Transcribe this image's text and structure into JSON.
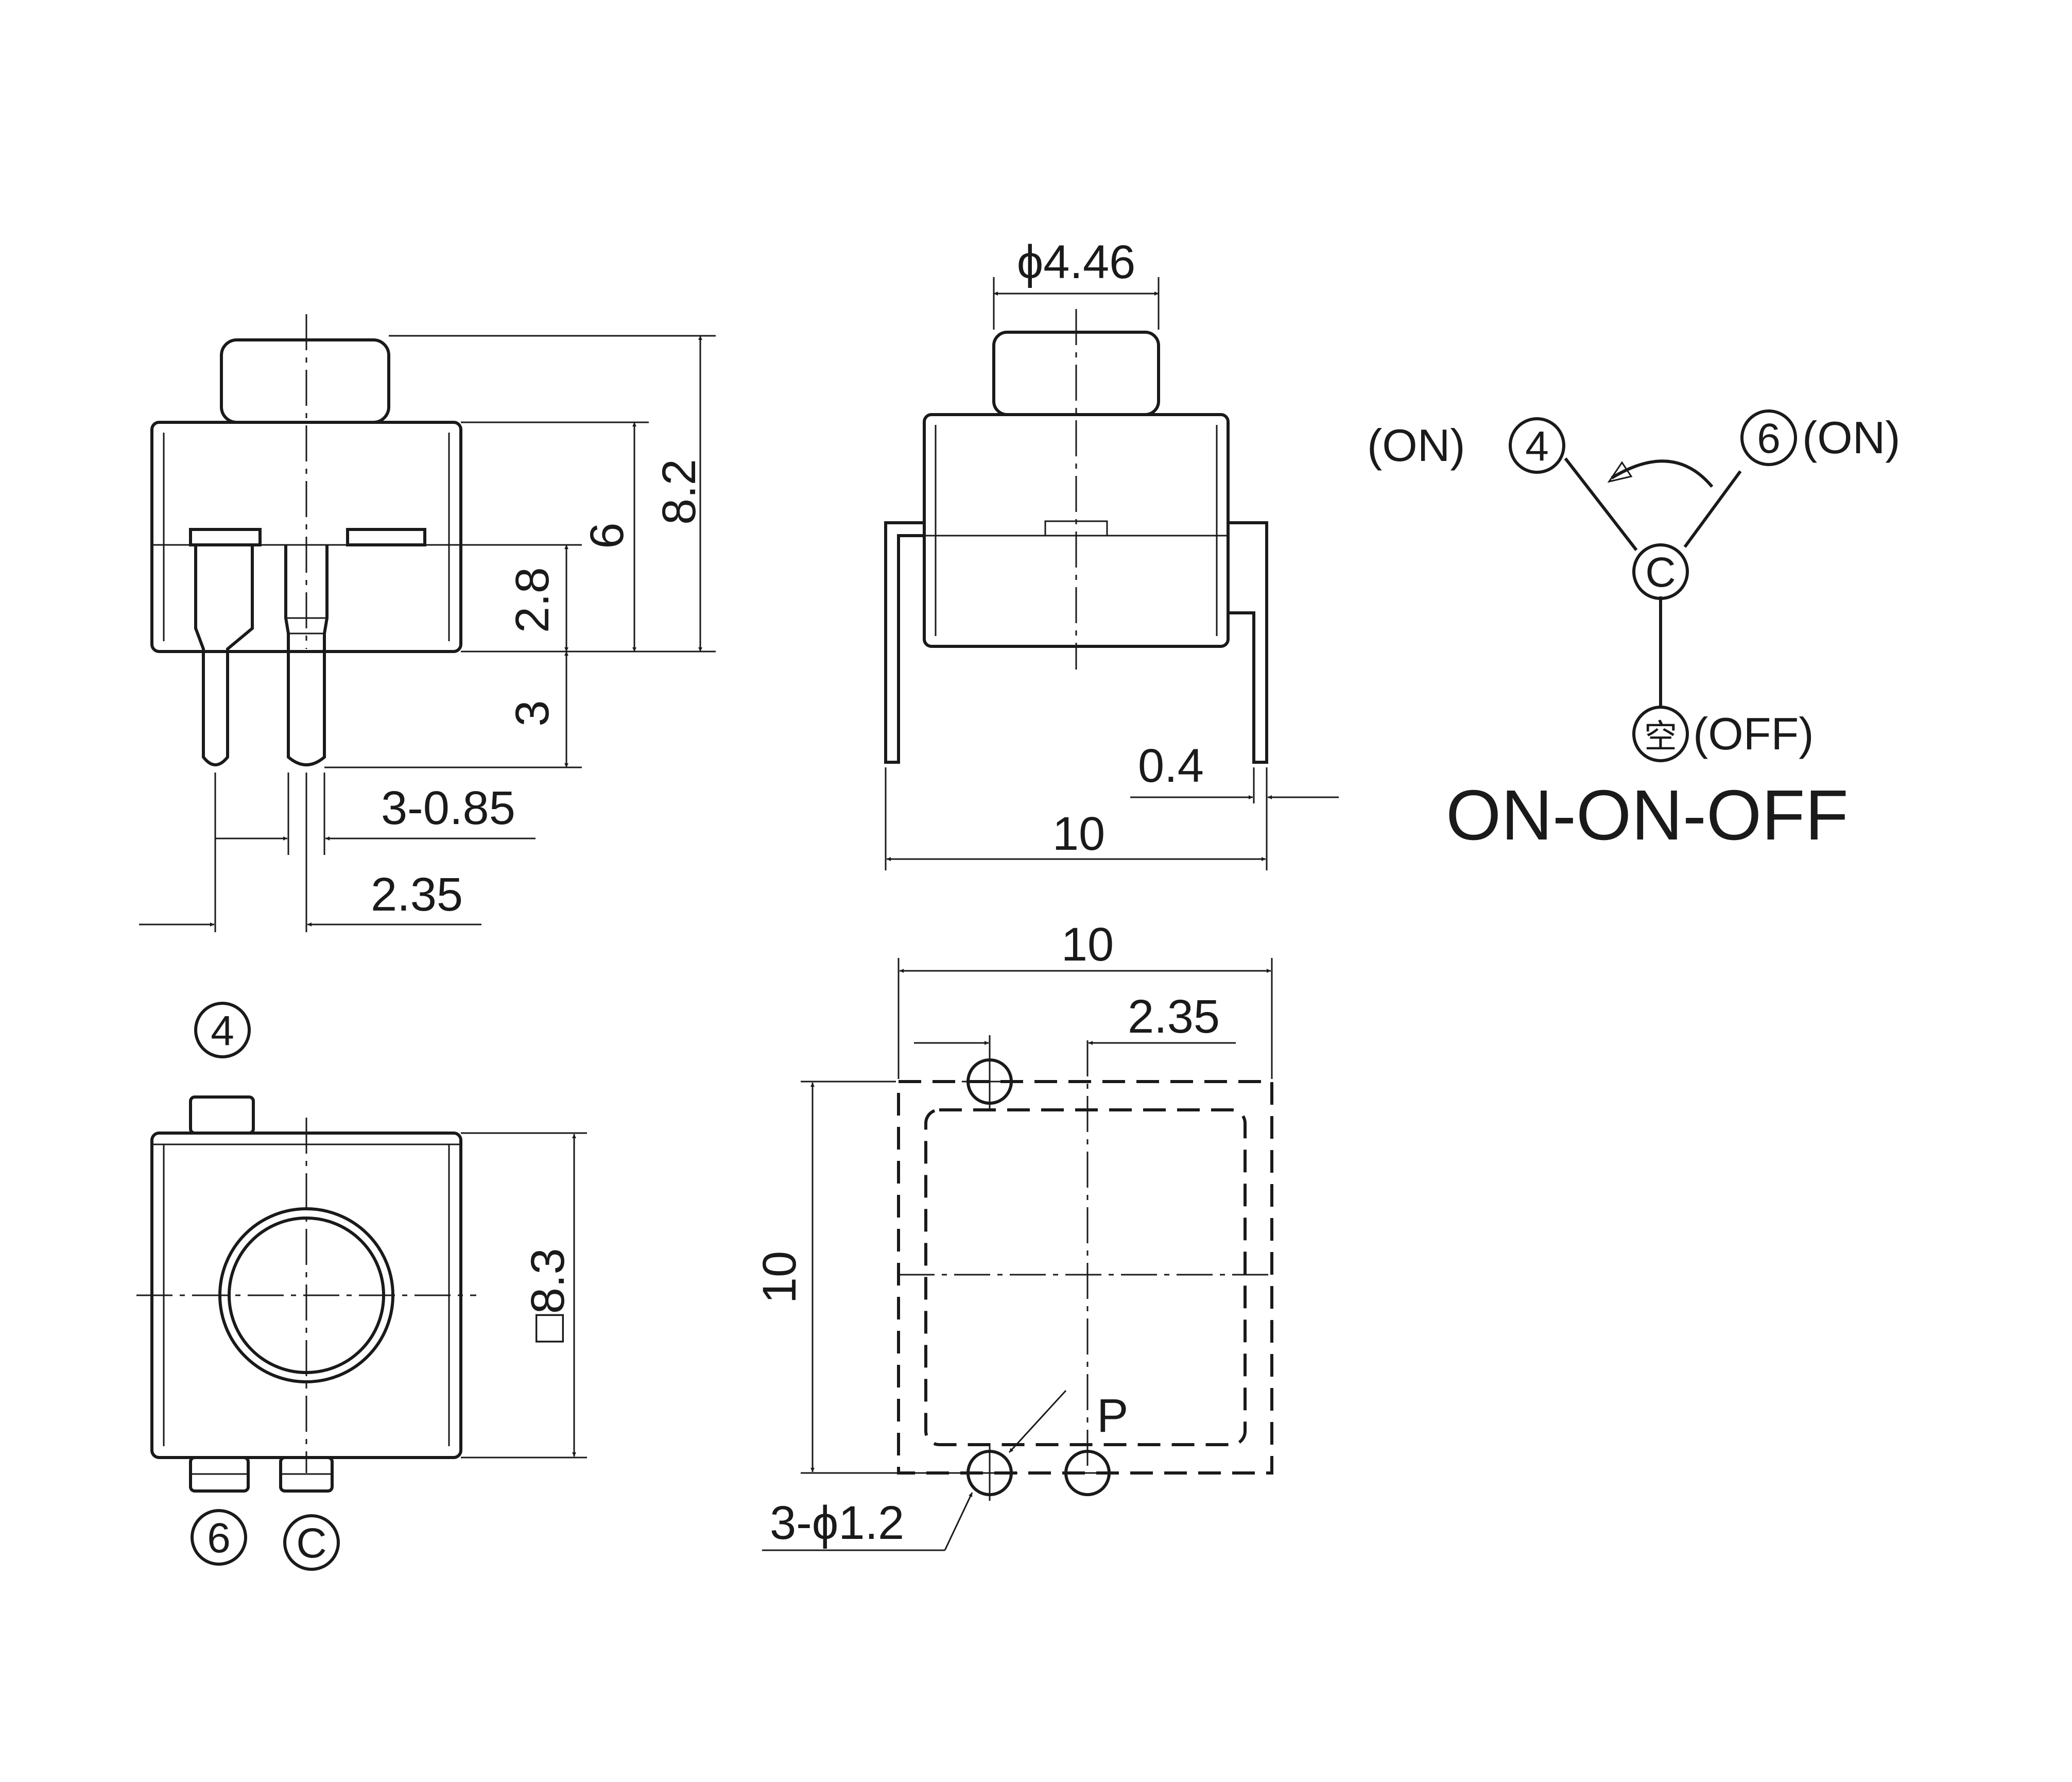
{
  "front_view": {
    "dims": {
      "height_total": "8.2",
      "height_body": "6",
      "pin_upper": "2.8",
      "pin_lower": "3",
      "pin_width": "3-0.85",
      "pin_pitch": "2.35"
    }
  },
  "side_view": {
    "dims": {
      "actuator_dia": "ϕ4.46",
      "lead_thickness": "0.4",
      "width": "10"
    }
  },
  "schematic": {
    "terminals": {
      "t4": "4",
      "t6": "6",
      "tc": "C",
      "toff": "空"
    },
    "states": {
      "t4": "(ON)",
      "t6": "(ON)",
      "toff": "(OFF)"
    },
    "type_label": "ON-ON-OFF"
  },
  "bottom_view": {
    "terminals": {
      "t4": "4",
      "t6": "6",
      "tc": "C"
    },
    "dims": {
      "body_square": "□8.3"
    }
  },
  "pcb_layout": {
    "dims": {
      "width": "10",
      "offset": "2.35",
      "height": "10",
      "holes": "3-ϕ1.2"
    },
    "marker": "P"
  }
}
